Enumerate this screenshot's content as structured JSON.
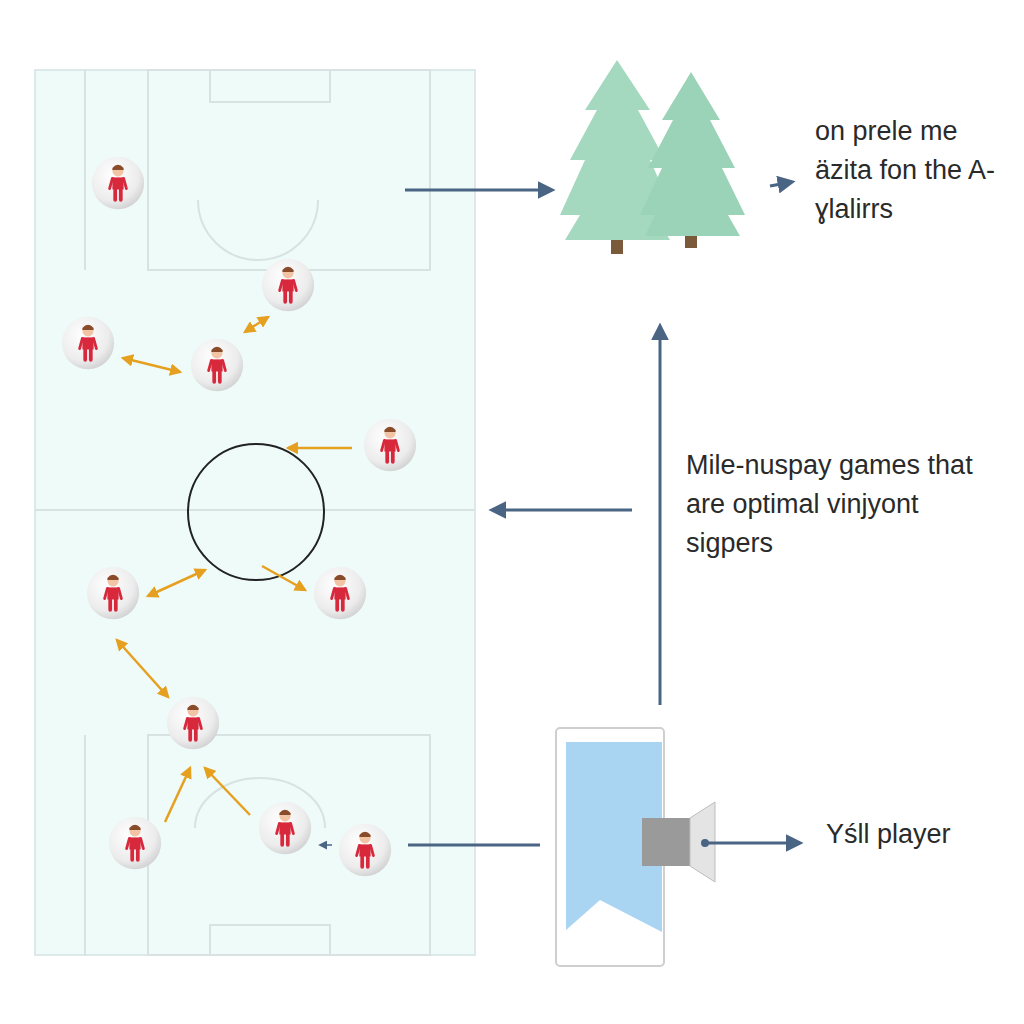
{
  "diagram": {
    "labels": [
      "on prele me äzita fon the A-ɣlalirrs",
      "Mile-nuspay games that are optimal vinjyont sigpers",
      "Yśll player"
    ]
  }
}
